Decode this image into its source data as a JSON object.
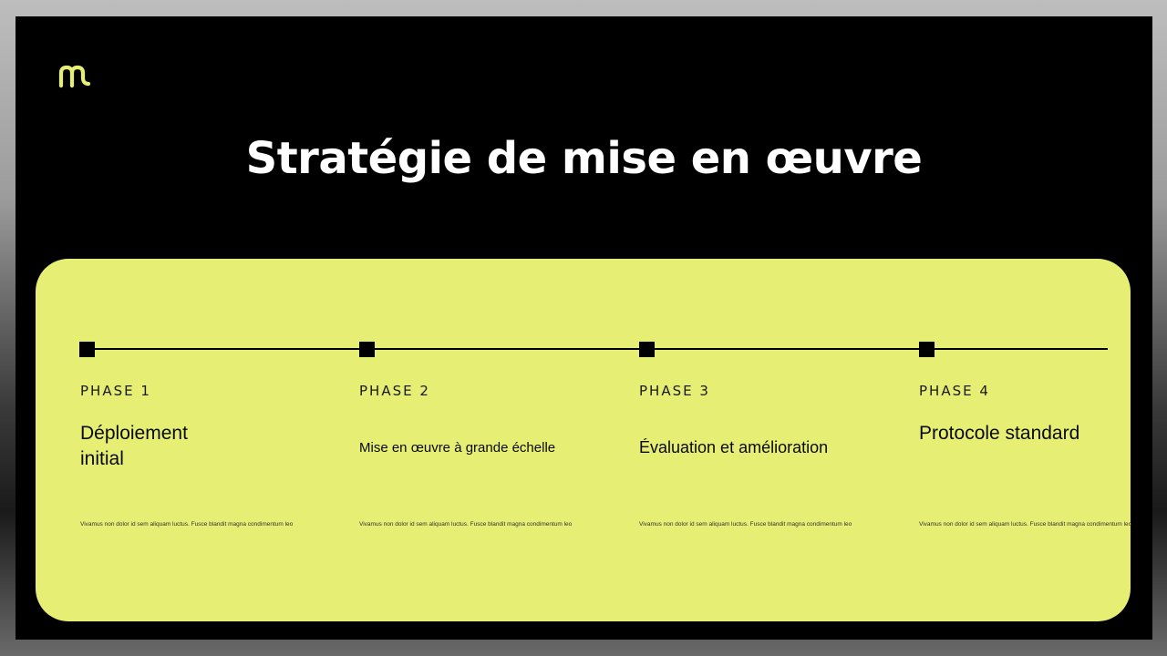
{
  "slide": {
    "title": "Stratégie de mise en œuvre",
    "logo_icon": "m-logo-icon",
    "accent_color": "#e6ee74",
    "background_color": "#000000"
  },
  "phases": [
    {
      "label": "PHASE 1",
      "heading": "Déploiement initial",
      "body": "Vivamus non dolor id sem aliquam luctus. Fusce blandit magna condimentum leo"
    },
    {
      "label": "PHASE 2",
      "heading": "Mise en œuvre à grande échelle",
      "body": "Vivamus non dolor id sem aliquam luctus. Fusce blandit magna condimentum leo"
    },
    {
      "label": "PHASE 3",
      "heading": "Évaluation et amélioration",
      "body": "Vivamus non dolor id sem aliquam luctus. Fusce blandit magna condimentum leo"
    },
    {
      "label": "PHASE 4",
      "heading": "Protocole standard",
      "body": "Vivamus non dolor id sem aliquam luctus. Fusce blandit magna condimentum leo"
    }
  ]
}
